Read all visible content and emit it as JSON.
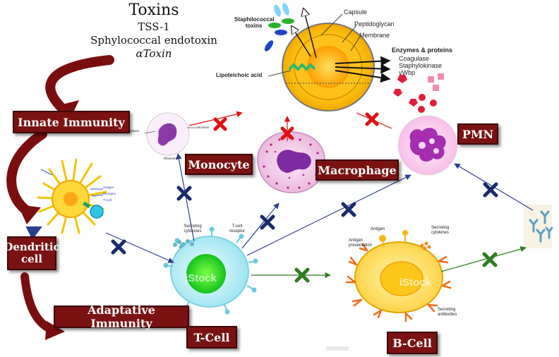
{
  "toxins": {
    "title": "Toxins",
    "items": [
      "TSS-1",
      "Sphylococcal endotoxin",
      "αToxin"
    ]
  },
  "bacterium": {
    "staph_toxins_label": "Staphilococcal toxins",
    "capsule": "Capsule",
    "peptidoglycan": "Peptidoglycan",
    "membrane": "Membrane",
    "lipoteichoic": "Lipoteichoic acid",
    "enzymes_title": "Enzymes & proteins",
    "enzymes": [
      "Coagulase",
      "Staphylokinase",
      "vWbp"
    ]
  },
  "labels": {
    "innate": "Innate Immunity",
    "dendritic": "Dendritic cell",
    "adaptative": "Adaptative Immunity",
    "monocyte": "Monocyte",
    "macrophage": "Macrophage",
    "pmn": "PMN",
    "tcell": "T-Cell",
    "bcell": "B-Cell"
  },
  "monocyte_parts": {
    "cytoplasm": "Cytoplasm",
    "nucleus": "Nucleus",
    "ribosome": "Ribosome"
  },
  "dendritic_parts": {
    "antigen": "Antigen",
    "receptor": "Receptor",
    "tcell": "T-Cell"
  },
  "tcell_parts": {
    "secreting_cytokines": "Secreting cytokines",
    "receptor": "T-cell receptor"
  },
  "bcell_parts": {
    "antigen": "Antigen",
    "antigen_presentation": "Antigen presentation",
    "secreting_cytokines": "Secreting cytokines",
    "secreting_antibodies": "Secreting antibodies"
  },
  "watermark": "iStock",
  "colors": {
    "label_bg": "#7a1212",
    "x_blue": "#1a2a6c",
    "x_red": "#e01010",
    "x_green": "#2e7d1f"
  }
}
